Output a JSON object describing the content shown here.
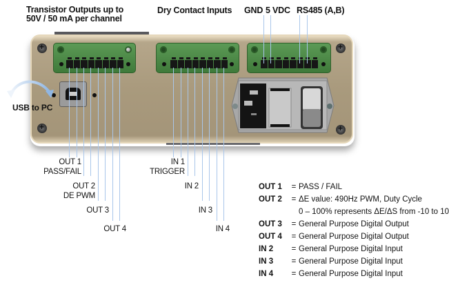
{
  "headers": {
    "transistor_outputs_line1": "Transistor Outputs up to",
    "transistor_outputs_line2": "50V /  50 mA per channel",
    "dry_contact_inputs": "Dry Contact Inputs",
    "gnd": "GND",
    "vdc": "5 VDC",
    "rs485": "RS485 (A,B)"
  },
  "usb_label": "USB to PC",
  "output_labels": [
    {
      "name": "OUT 1",
      "sub": "PASS/FAIL"
    },
    {
      "name": "OUT 2",
      "sub": "DE PWM"
    },
    {
      "name": "OUT 3",
      "sub": ""
    },
    {
      "name": "OUT 4",
      "sub": ""
    }
  ],
  "input_labels": [
    {
      "name": "IN 1",
      "sub": "TRIGGER"
    },
    {
      "name": "IN 2",
      "sub": ""
    },
    {
      "name": "IN 3",
      "sub": ""
    },
    {
      "name": "IN 4",
      "sub": ""
    }
  ],
  "legend": [
    {
      "key": "OUT 1",
      "eq": "=",
      "desc": "PASS / FAIL"
    },
    {
      "key": "OUT 2",
      "eq": "=",
      "desc": "ΔE value: 490Hz PWM, Duty Cycle"
    },
    {
      "key": "",
      "eq": "",
      "desc": "0 – 100% represents ΔE/ΔS from -10 to 10"
    },
    {
      "key": "OUT 3",
      "eq": "=",
      "desc": "General Purpose Digital Output"
    },
    {
      "key": "OUT 4",
      "eq": "=",
      "desc": "General Purpose Digital Output"
    },
    {
      "key": "IN 2",
      "eq": "=",
      "desc": "General Purpose Digital Input"
    },
    {
      "key": "IN 3",
      "eq": "=",
      "desc": "General Purpose Digital Input"
    },
    {
      "key": "IN 4",
      "eq": "=",
      "desc": "General Purpose Digital Input"
    }
  ],
  "colors": {
    "wire": "#a9c6ea",
    "connector_green": "#4f8c4a",
    "enclosure": "#a99a7d"
  }
}
